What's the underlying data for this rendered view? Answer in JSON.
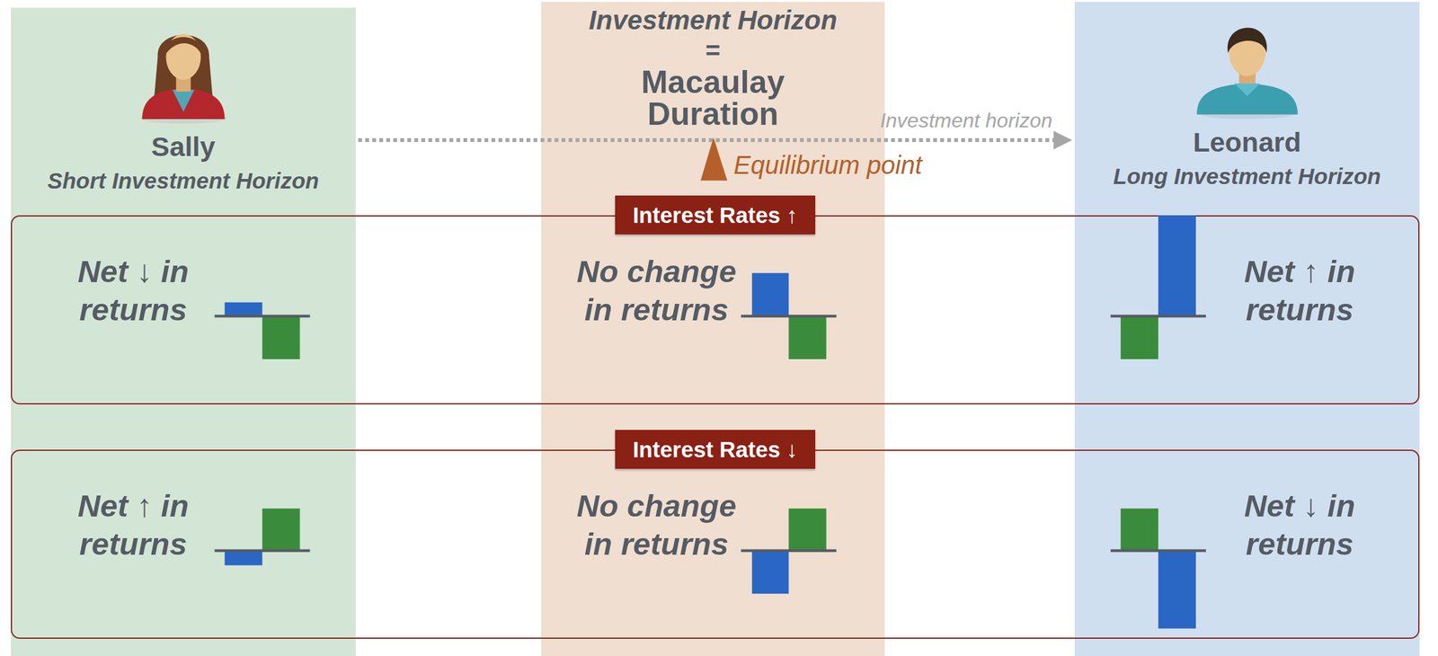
{
  "diagram": {
    "nodes": [
      {
        "text": [
          "Sally",
          "Short Investment Horizon"
        ]
      },
      {
        "text": [
          "Investment Horizon",
          "=",
          "Macaulay Duration"
        ]
      },
      {
        "text": [
          "Leonard",
          "Long Investment Horizon"
        ]
      },
      {
        "text": [
          "Interest Rates ↑",
          "Net ↓ in returns",
          "No change in returns",
          "Net ↑ in returns"
        ]
      },
      {
        "text": [
          "Interest Rates ↓",
          "Net ↑ in returns",
          "No change in returns",
          "Net ↓ in returns"
        ]
      }
    ],
    "edges": [
      {
        "from": 0,
        "to": 2,
        "arrow": "to",
        "label": "Investment horizon"
      }
    ],
    "labels": [
      "Equilibrium point"
    ]
  }
}
